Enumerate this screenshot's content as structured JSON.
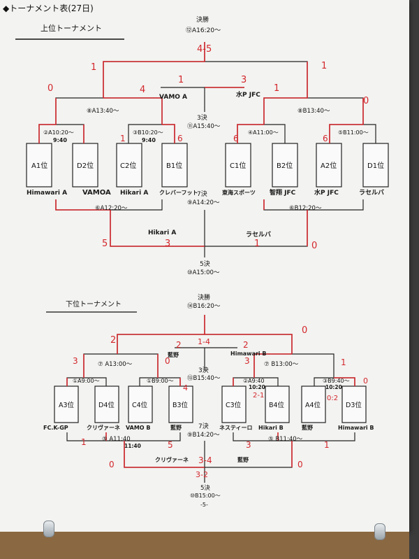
{
  "header": {
    "sheet_title": "◆トーナメント表(27日)",
    "upper_title": "上位トーナメント",
    "lower_title": "下位トーナメント",
    "page_number": "-5-"
  },
  "upper": {
    "final": {
      "label": "決勝",
      "slot": "⑫A16:20〜",
      "score": "4-5"
    },
    "third": {
      "label": "3決",
      "slot": "⑪A15:40〜"
    },
    "seventh": {
      "label": "7決",
      "slot": "⑨A14:20〜"
    },
    "fifth": {
      "label": "5決",
      "slot": "⑩A15:00〜"
    },
    "semi_left": "⑧A13:40〜",
    "semi_right": "⑧B13:40〜",
    "qf": [
      "②A10:20〜",
      "③B10:20〜",
      "④A11:00〜",
      "⑤B11:00〜"
    ],
    "qf_handwritten": [
      "9:40",
      "9:40"
    ],
    "cons_left": "⑥A12:20〜",
    "cons_right": "⑥B12:20〜",
    "seeds": [
      "A1位",
      "D2位",
      "C2位",
      "B1位",
      "C1位",
      "B2位",
      "A2位",
      "D1位"
    ],
    "teams": [
      "Himawari A",
      "VAMOA",
      "Hikari A",
      "クレバーフット",
      "東海スポーツ",
      "智翔 JFC",
      "水P JFC",
      "ラセルバ"
    ],
    "finalists": [
      "VAMO A",
      "水P JFC"
    ],
    "fifth_teams": [
      "Hikari A",
      "ラセルバ"
    ],
    "scores": {
      "final_left": "1",
      "final_right": "3",
      "sf_l1": "0",
      "sf_l2": "4",
      "sf_r1": "1",
      "sf_r2": "0",
      "top_left": "1",
      "top_right": "1",
      "fifth_l": "5",
      "fifth_l2": "3",
      "fifth_r": "0",
      "fifth_r2": "1"
    }
  },
  "lower": {
    "final": {
      "label": "決勝",
      "slot": "⑭B16:20〜",
      "score": "1-4"
    },
    "third": {
      "label": "3決",
      "slot": "⑬B15:40〜"
    },
    "seventh": {
      "label": "7決",
      "slot": "⑨B14:20〜"
    },
    "fifth": {
      "label": "5決",
      "slot": "⑩B15:00〜"
    },
    "semi_left": "⑦ A13:00〜",
    "semi_right": "⑦ B13:00〜",
    "qf": [
      "①A9:00〜",
      "①B9:00〜",
      "②A9:40",
      "③B9:40〜"
    ],
    "qf_handwritten": [
      "10:20",
      "10:20"
    ],
    "cons_left": "⑤ A11:40",
    "cons_right": "⑤ B11:40〜",
    "cons_handwritten": "11:40",
    "seeds": [
      "A3位",
      "D4位",
      "C4位",
      "B3位",
      "C3位",
      "B4位",
      "A4位",
      "D3位"
    ],
    "teams": [
      "FC.K-GP",
      "クリヴァーネ",
      "VAMO B",
      "藍野",
      "ネスティーロ",
      "Hikari B",
      "藍野",
      "Himawari B"
    ],
    "finalists": [
      "藍野",
      "Himawari B"
    ],
    "fifth_teams": [
      "クリヴァーネ",
      "藍野"
    ],
    "fifth_score": "3-4",
    "seventh_score": "3-2",
    "scores": {
      "top_l": "2",
      "top_r": "0",
      "fin_l": "2",
      "fin_r": "2",
      "qf_a": "3",
      "qf_b": "0",
      "qf_c": "3",
      "qf_d": "1",
      "qf_e": "4",
      "qf_f": "2-1",
      "qf_g": "0:2",
      "qf_h": "0",
      "cons_a": "1",
      "cons_b": "5",
      "cons_c": "3",
      "cons_d": "1",
      "cons_e": "0",
      "cons_f": "0"
    }
  },
  "colors": {
    "paper": "#f3f3f1",
    "ink": "#111111",
    "red": "#d3262b",
    "cork": "#8d6a42"
  }
}
